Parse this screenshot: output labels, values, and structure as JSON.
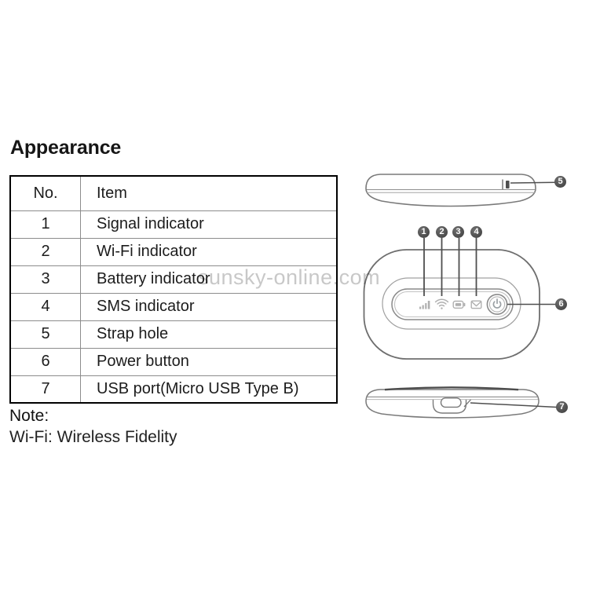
{
  "page": {
    "title": "Appearance"
  },
  "table": {
    "headers": {
      "no": "No.",
      "item": "Item"
    },
    "rows": [
      {
        "no": "1",
        "item": "Signal indicator"
      },
      {
        "no": "2",
        "item": "Wi-Fi indicator"
      },
      {
        "no": "3",
        "item": "Battery indicator"
      },
      {
        "no": "4",
        "item": "SMS indicator"
      },
      {
        "no": "5",
        "item": "Strap hole"
      },
      {
        "no": "6",
        "item": "Power button"
      },
      {
        "no": "7",
        "item": "USB port(Micro USB Type B)"
      }
    ]
  },
  "note": {
    "label": "Note:",
    "text": "Wi-Fi: Wireless Fidelity"
  },
  "watermark": "sunsky-online.com",
  "callouts": [
    {
      "number": "1",
      "target": "signal-indicator"
    },
    {
      "number": "2",
      "target": "wifi-indicator"
    },
    {
      "number": "3",
      "target": "battery-indicator"
    },
    {
      "number": "4",
      "target": "sms-indicator"
    },
    {
      "number": "5",
      "target": "strap-hole"
    },
    {
      "number": "6",
      "target": "power-button"
    },
    {
      "number": "7",
      "target": "usb-port"
    }
  ],
  "colors": {
    "callout_bg": "#4a4a4a",
    "outline": "#7a7a7a",
    "icon_gray": "#b0b0b0",
    "watermark_gray": "#ababab",
    "text": "#1c1c1c"
  }
}
